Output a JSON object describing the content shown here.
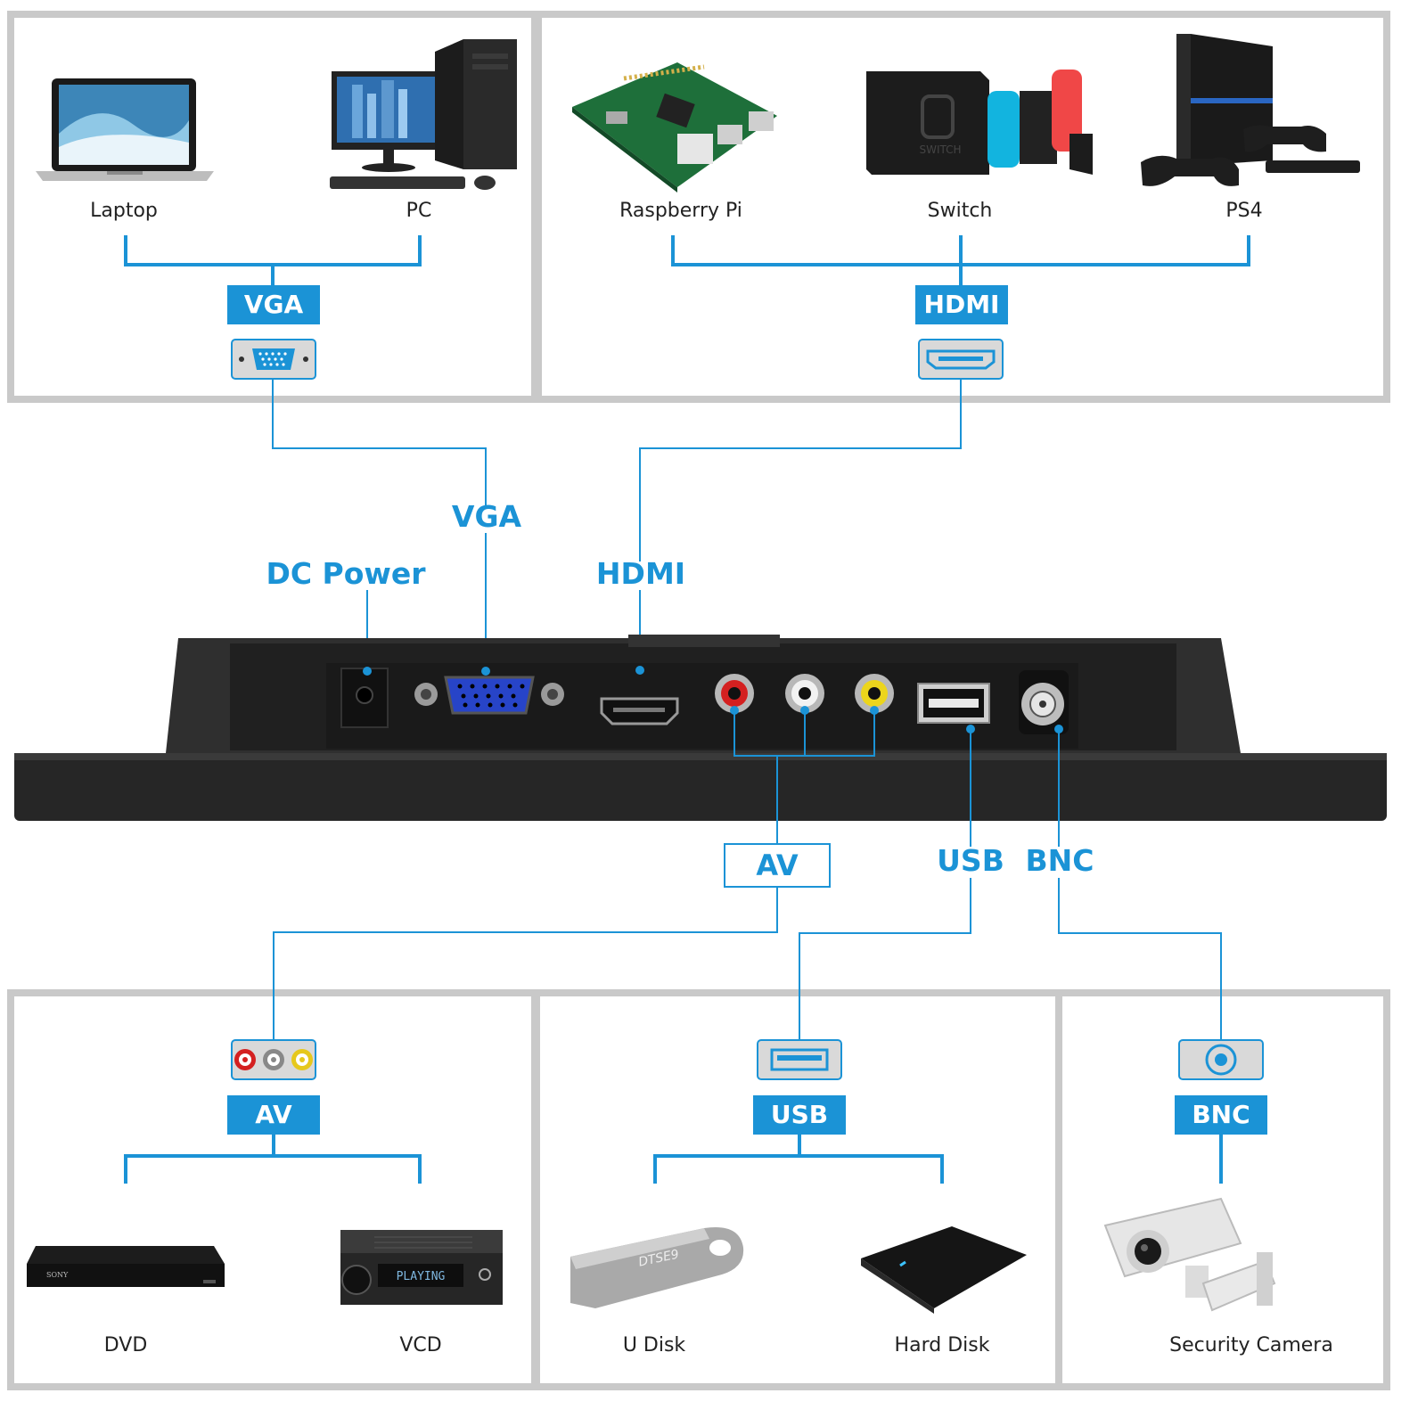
{
  "colors": {
    "accent": "#1b93d6",
    "panel_border": "#c9c9c9",
    "monitor_body": "#2b2b2b"
  },
  "top_left": {
    "devices": [
      "Laptop",
      "PC"
    ],
    "badge": "VGA",
    "connector_icon": "vga-connector-icon"
  },
  "top_right": {
    "devices": [
      "Raspberry Pi",
      "Switch",
      "PS4"
    ],
    "badge": "HDMI",
    "connector_icon": "hdmi-connector-icon"
  },
  "ports": {
    "dc_power": "DC Power",
    "vga": "VGA",
    "hdmi": "HDMI",
    "av": "AV",
    "usb": "USB",
    "bnc": "BNC"
  },
  "bottom_left": {
    "badge": "AV",
    "devices": [
      "DVD",
      "VCD"
    ],
    "connector_icon": "rca-connector-icon"
  },
  "bottom_mid": {
    "badge": "USB",
    "devices": [
      "U Disk",
      "Hard Disk"
    ],
    "connector_icon": "usb-connector-icon"
  },
  "bottom_right": {
    "badge": "BNC",
    "devices": [
      "Security Camera"
    ],
    "connector_icon": "bnc-connector-icon"
  },
  "product_text": {
    "dvd_brand": "SONY",
    "vcd_display": "PLAYING",
    "udisk_brand": "DTSE9",
    "switch_brand": "SWITCH"
  }
}
